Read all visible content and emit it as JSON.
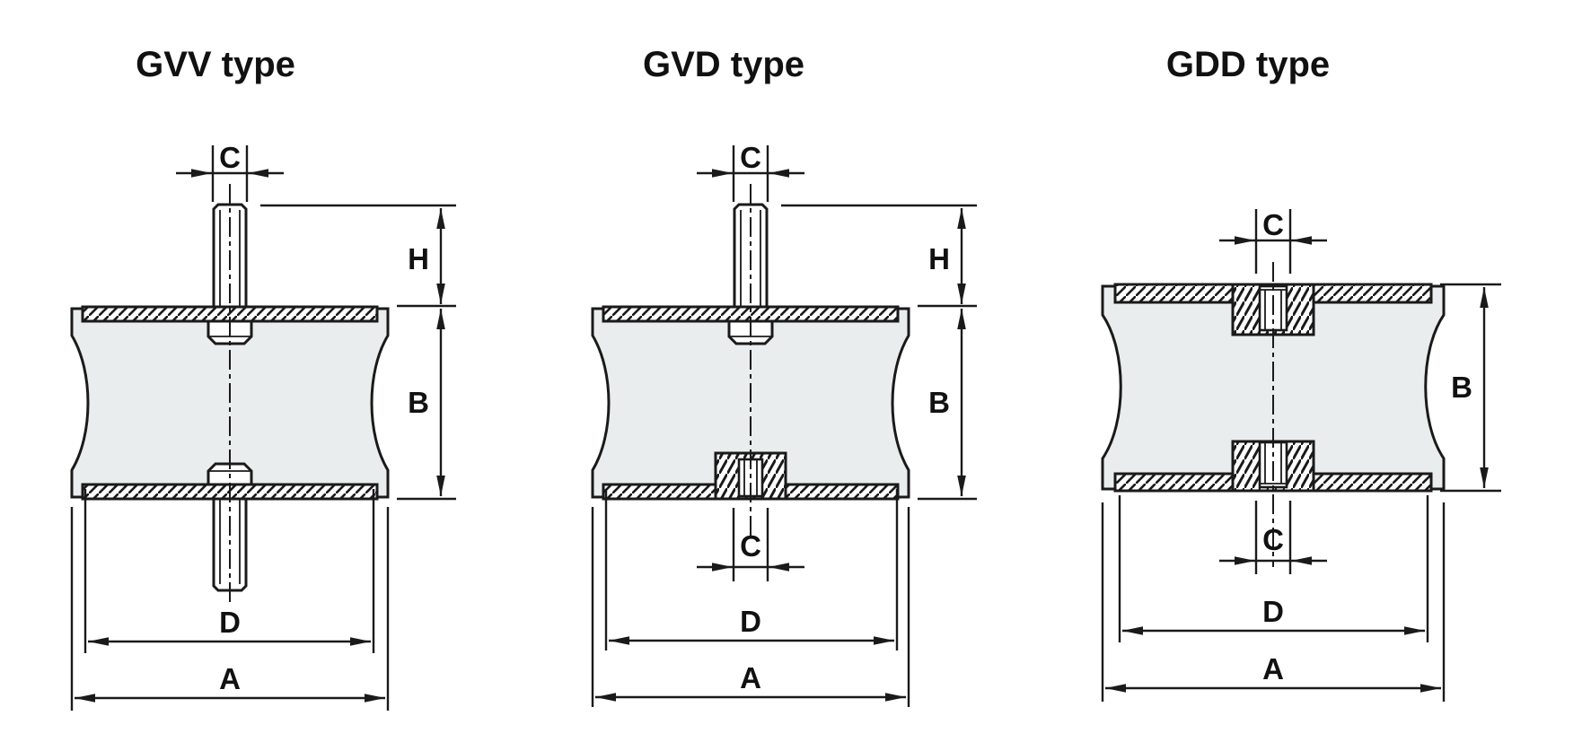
{
  "colors": {
    "line": "#1a1a1a",
    "body_fill": "#e9edee",
    "background": "#ffffff"
  },
  "diagrams": [
    {
      "title": "GVV type",
      "description": "cylindrical rubber mount with threaded stud on both ends",
      "labels": {
        "c_top": "C",
        "h": "H",
        "b": "B",
        "d": "D",
        "a": "A"
      }
    },
    {
      "title": "GVD type",
      "description": "cylindrical rubber mount with top threaded stud and bottom threaded insert",
      "labels": {
        "c_top": "C",
        "h": "H",
        "b": "B",
        "c_bottom": "C",
        "d": "D",
        "a": "A"
      }
    },
    {
      "title": "GDD type",
      "description": "cylindrical rubber mount with threaded inserts on both ends",
      "labels": {
        "c_top": "C",
        "b": "B",
        "c_bottom": "C",
        "d": "D",
        "a": "A"
      }
    }
  ]
}
